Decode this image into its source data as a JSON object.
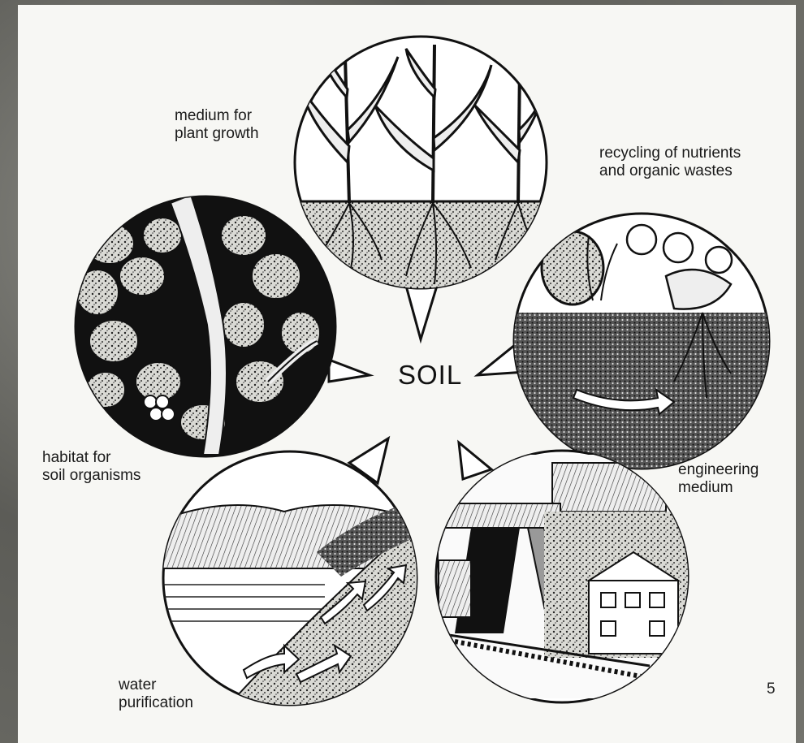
{
  "center_label": "SOIL",
  "functions": [
    {
      "label": "medium for\nplant growth"
    },
    {
      "label": "recycling of nutrients\nand organic wastes"
    },
    {
      "label": "engineering\nmedium"
    },
    {
      "label": "water\npurification"
    },
    {
      "label": "habitat for\nsoil organisms"
    }
  ],
  "page_number": "5",
  "colors": {
    "ink": "#111111",
    "paper": "#f7f7f4",
    "background": "#6f6f6a"
  }
}
